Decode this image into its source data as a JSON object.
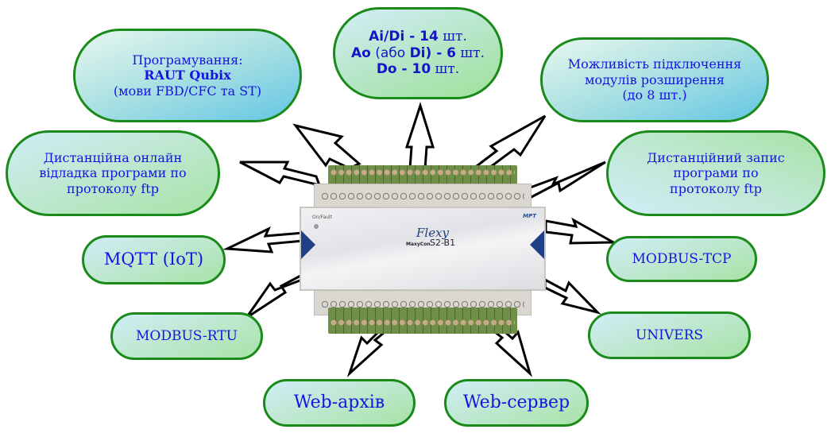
{
  "diagram": {
    "center_device": {
      "series": "Flexy",
      "brand_line": "MaxyCon",
      "model": "S2-B1",
      "led_label": "On/Fault",
      "logo_text": "МРТ"
    },
    "bubbles": {
      "programming": {
        "line1": "Програмування:",
        "line2": "RAUT Qubix",
        "line3": "(мови FBD/CFC та ST)"
      },
      "io": {
        "line1_bold": "Ai/Di - 14",
        "line1_rest": " шт.",
        "line2_bold_a": "Ao",
        "line2_mid": " (або ",
        "line2_bold_b": "Di) - 6",
        "line2_rest": " шт.",
        "line3_bold": "Do - 10",
        "line3_rest": " шт."
      },
      "expansion": {
        "line1": "Можливість підключення",
        "line2": "модулів розширення",
        "line3": "(до 8 шт.)"
      },
      "remote_debug": {
        "line1": "Дистанційна онлайн",
        "line2": "відладка програми по",
        "line3": "протоколу ftp"
      },
      "remote_write": {
        "line1": "Дистанційний запис",
        "line2": "програми по",
        "line3": "протоколу ftp"
      },
      "mqtt": {
        "label": "MQTT (IoT)"
      },
      "modbus_tcp": {
        "label": "MODBUS-TCP"
      },
      "modbus_rtu": {
        "label": "MODBUS-RTU"
      },
      "univers": {
        "label": "UNIVERS"
      },
      "web_archive": {
        "label": "Web-архів"
      },
      "web_server": {
        "label": "Web-сервер"
      }
    },
    "colors": {
      "text": "#1515e0",
      "border": "#1a8a1a",
      "arrow_stroke": "#000000",
      "arrow_fill": "#ffffff"
    }
  }
}
